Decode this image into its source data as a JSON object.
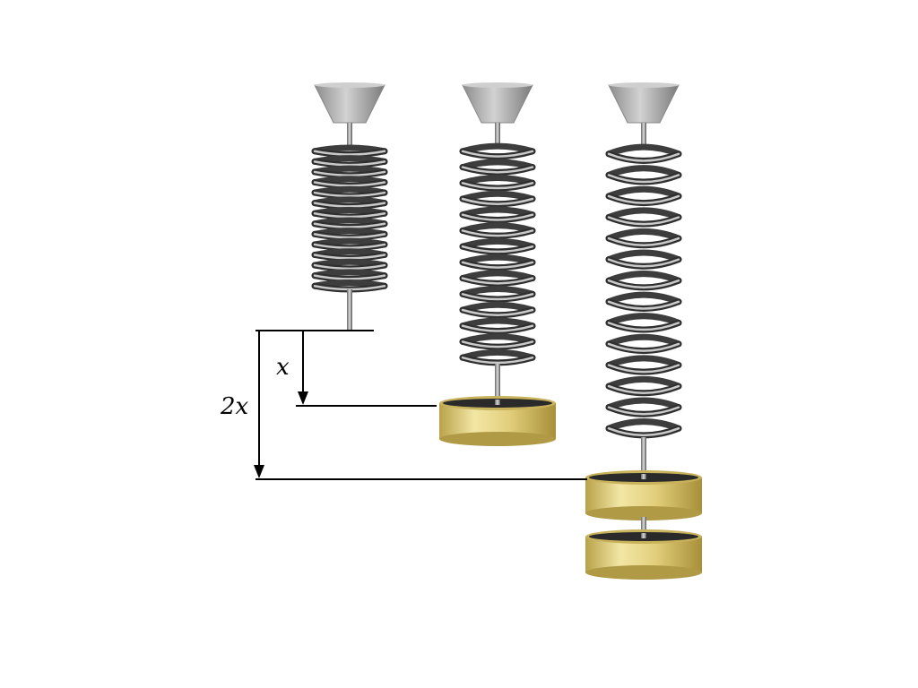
{
  "labels": {
    "single_stretch": "x",
    "double_stretch": "2x"
  },
  "springs": [
    {
      "name": "unloaded",
      "masses": 0
    },
    {
      "name": "one-mass",
      "masses": 1
    },
    {
      "name": "two-masses",
      "masses": 2
    }
  ],
  "colors": {
    "spring": "#555555",
    "mount": "#b8b8b8",
    "mass": "#d8c26a",
    "line": "#000000"
  }
}
